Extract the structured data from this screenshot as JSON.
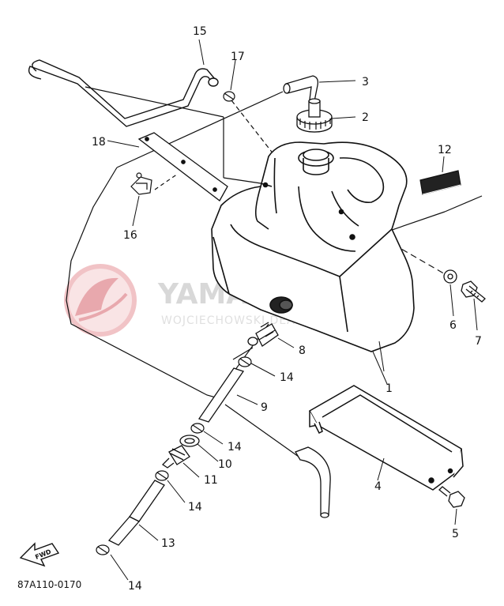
{
  "diagram": {
    "part_labels": [
      "1",
      "2",
      "3",
      "4",
      "5",
      "6",
      "7",
      "8",
      "9",
      "10",
      "11",
      "12",
      "13",
      "14",
      "15",
      "16",
      "17",
      "18"
    ],
    "label_14": "14",
    "drawing_code": "87A110-0170",
    "fwd_arrow_text": "FWD"
  },
  "watermark": {
    "brand": "YAMASKLEP.PL",
    "subtitle": "WOJCIECHOWSKI DEALER YAMAHA",
    "logo_color": "#e8a8ad",
    "text_color": "#d8d8d8"
  }
}
